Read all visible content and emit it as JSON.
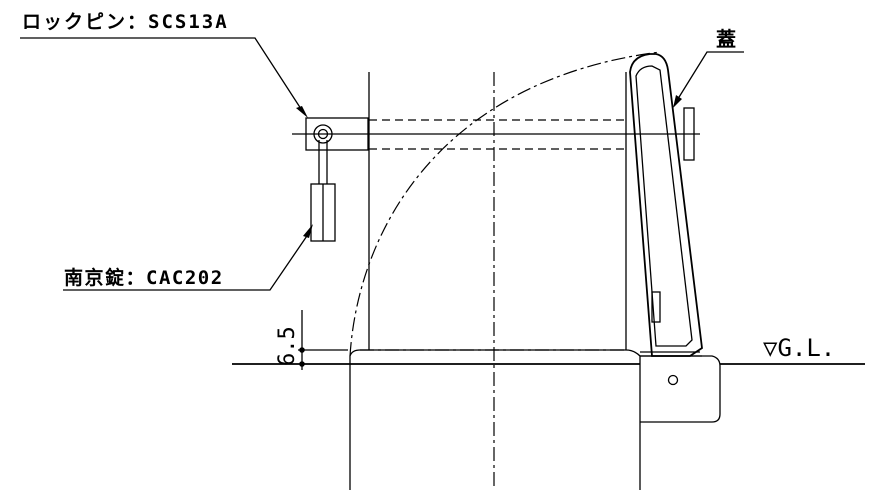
{
  "labels": {
    "lock_pin": "ロックピン：SCS13A",
    "padlock": "南京錠：CAC202",
    "lid": "蓋",
    "ground_level": "▽G.L.",
    "dimension": "6.5"
  },
  "colors": {
    "line": "#000000",
    "background": "#ffffff"
  }
}
